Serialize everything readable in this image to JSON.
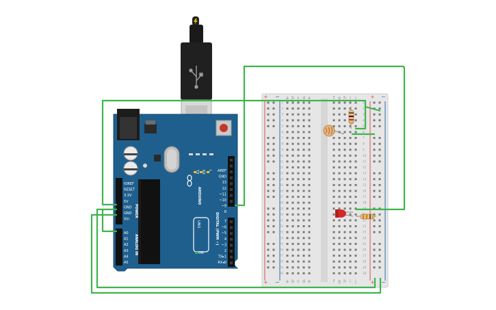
{
  "arduino": {
    "brand": "ARDUINO",
    "model": "UNO",
    "on_label": "ON",
    "tx_label": "TX",
    "rx_label": "RX",
    "l_label": "L",
    "power_label": "POWER",
    "analog_label": "ANALOG IN",
    "digital_label": "DIGITAL (PWM ~)",
    "power_pins": [
      "IOREF",
      "RESET",
      "3.3V",
      "5V",
      "GND",
      "GND",
      "Vin"
    ],
    "analog_pins": [
      "A0",
      "A1",
      "A2",
      "A3",
      "A4",
      "A5"
    ],
    "digital_top": [
      "AREF",
      "GND",
      "13",
      "12",
      "~11",
      "~10",
      "~9",
      "8"
    ],
    "digital_bottom": [
      "7",
      "~6",
      "~5",
      "4",
      "~3",
      "2",
      "TX▸1",
      "RX◂0"
    ]
  },
  "breadboard": {
    "left_cols": [
      "a",
      "b",
      "c",
      "d",
      "e"
    ],
    "right_cols": [
      "f",
      "g",
      "h",
      "i",
      "j"
    ],
    "rail_plus": "+",
    "rail_minus": "−",
    "row_count": 30
  },
  "colors": {
    "board": "#1f5f8e",
    "wire": "#3cb54a",
    "breadboard": "#e6e6e6",
    "rail_red": "#d9534f",
    "rail_blue": "#2c6cb4",
    "led": "#d62828"
  }
}
